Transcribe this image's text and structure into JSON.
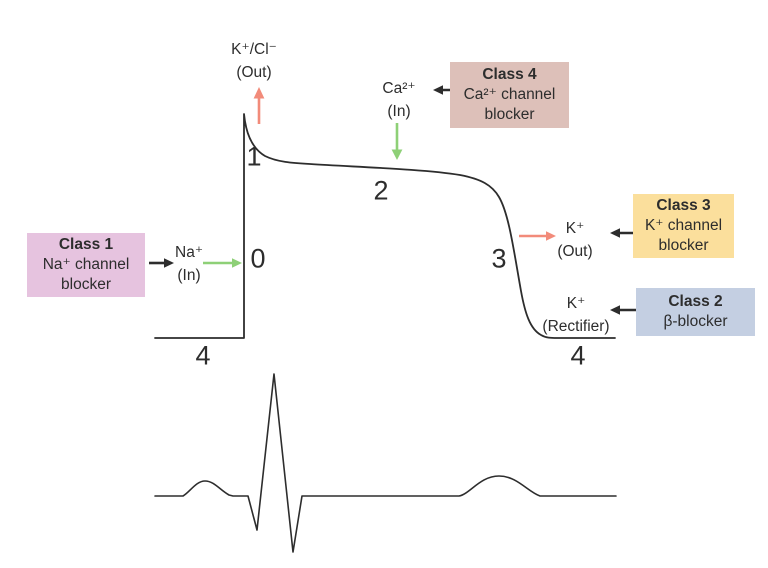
{
  "colors": {
    "ink": "#2d2d2d",
    "class1_bg": "#e6c3df",
    "class2_bg": "#c4cfe2",
    "class3_bg": "#fbdf9c",
    "class4_bg": "#ddc0b9",
    "salmon_arrow": "#f28b7a",
    "green_arrow": "#8ed077",
    "background": "#ffffff"
  },
  "drug_boxes": {
    "class1": {
      "title": "Class 1",
      "line1": "Na⁺ channel",
      "line2": "blocker"
    },
    "class2": {
      "title": "Class 2",
      "line1": "β-blocker"
    },
    "class3": {
      "title": "Class 3",
      "line1": "K⁺ channel",
      "line2": "blocker"
    },
    "class4": {
      "title": "Class 4",
      "line1": "Ca²⁺ channel",
      "line2": "blocker"
    }
  },
  "ion_labels": {
    "kcl_out": {
      "ion": "K⁺/Cl⁻",
      "direction": "(Out)"
    },
    "na_in": {
      "ion": "Na⁺",
      "direction": "(In)"
    },
    "ca_in": {
      "ion": "Ca²⁺",
      "direction": "(In)"
    },
    "k_out": {
      "ion": "K⁺",
      "direction": "(Out)"
    },
    "k_rectifier": {
      "ion": "K⁺",
      "direction": "(Rectifier)"
    }
  },
  "phase_labels": {
    "phase0": "0",
    "phase1": "1",
    "phase2": "2",
    "phase3": "3",
    "phase4_left": "4",
    "phase4_right": "4"
  }
}
